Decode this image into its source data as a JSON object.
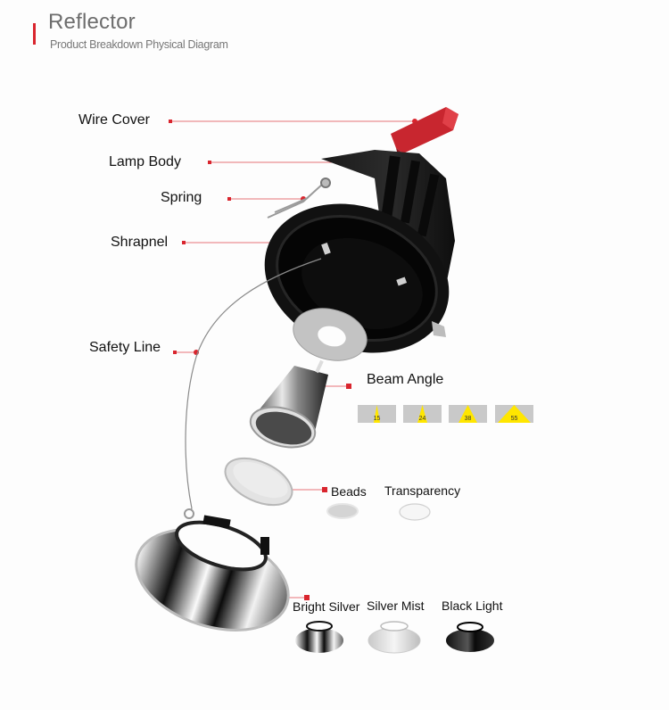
{
  "header": {
    "title": "Reflector",
    "subtitle": "Product Breakdown Physical Diagram",
    "accent_color": "#d9252e"
  },
  "callouts": [
    {
      "id": "wire-cover",
      "label": "Wire Cover"
    },
    {
      "id": "lamp-body",
      "label": "Lamp Body"
    },
    {
      "id": "spring",
      "label": "Spring"
    },
    {
      "id": "shrapnel",
      "label": "Shrapnel"
    },
    {
      "id": "safety-line",
      "label": "Safety Line"
    },
    {
      "id": "beam-angle",
      "label": "Beam Angle"
    },
    {
      "id": "beads",
      "label": "Beads"
    },
    {
      "id": "bright-silver",
      "label": "Bright Silver"
    }
  ],
  "beam_angles": [
    {
      "value": "15",
      "unit": "°"
    },
    {
      "value": "24",
      "unit": "°"
    },
    {
      "value": "38",
      "unit": "°"
    },
    {
      "value": "55",
      "unit": "°"
    }
  ],
  "lens_options": [
    {
      "label": "Transparency"
    }
  ],
  "reflector_finishes": [
    {
      "label": "Silver Mist"
    },
    {
      "label": "Black Light"
    }
  ],
  "colors": {
    "leader_line": "#d9252e",
    "wire_cover": "#c8262f",
    "lamp_body": "#141414",
    "beam_box": "#c9c9c9",
    "beam_cone": "#ffe600"
  }
}
